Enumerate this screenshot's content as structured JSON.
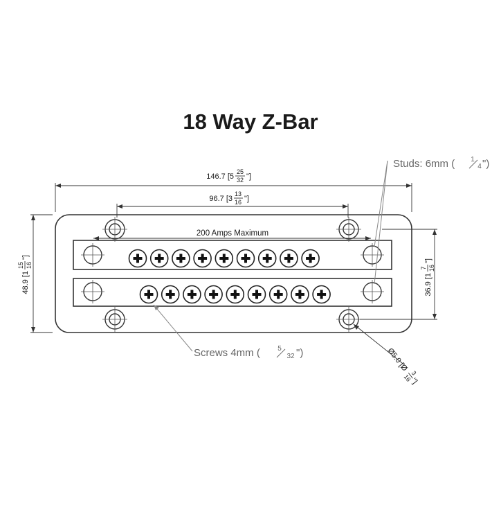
{
  "title": "18 Way Z-Bar",
  "bar_label": "200 Amps Maximum",
  "callouts": {
    "studs": {
      "text": "Studs: 6mm (",
      "frac_num": "1",
      "frac_den": "4",
      "close": "\")"
    },
    "screws": {
      "text": "Screws 4mm (",
      "frac_num": "5",
      "frac_den": "32",
      "close": "\")"
    }
  },
  "dimensions": {
    "overall_width": {
      "value": "146.7 [5",
      "frac_num": "25",
      "frac_den": "32",
      "close": "\"]"
    },
    "hole_spacing_width": {
      "value": "96.7 [3",
      "frac_num": "13",
      "frac_den": "16",
      "close": "\"]"
    },
    "overall_height": {
      "value": "48.9 [1",
      "frac_num": "15",
      "frac_den": "16",
      "close": "\"]"
    },
    "stud_spacing_height": {
      "value": "36.9 [1",
      "frac_num": "7",
      "frac_den": "16",
      "close": "\"]"
    },
    "hole_diameter": {
      "value": "Ø5.0 [Ø",
      "frac_num": "3",
      "frac_den": "16",
      "close": "\"]"
    }
  },
  "components": {
    "top_bar_screws": 9,
    "bottom_bar_screws": 9,
    "mounting_holes": 4,
    "studs": 4
  },
  "colors": {
    "line": "#333333",
    "callout": "#888888",
    "text": "#1a1a1a"
  }
}
